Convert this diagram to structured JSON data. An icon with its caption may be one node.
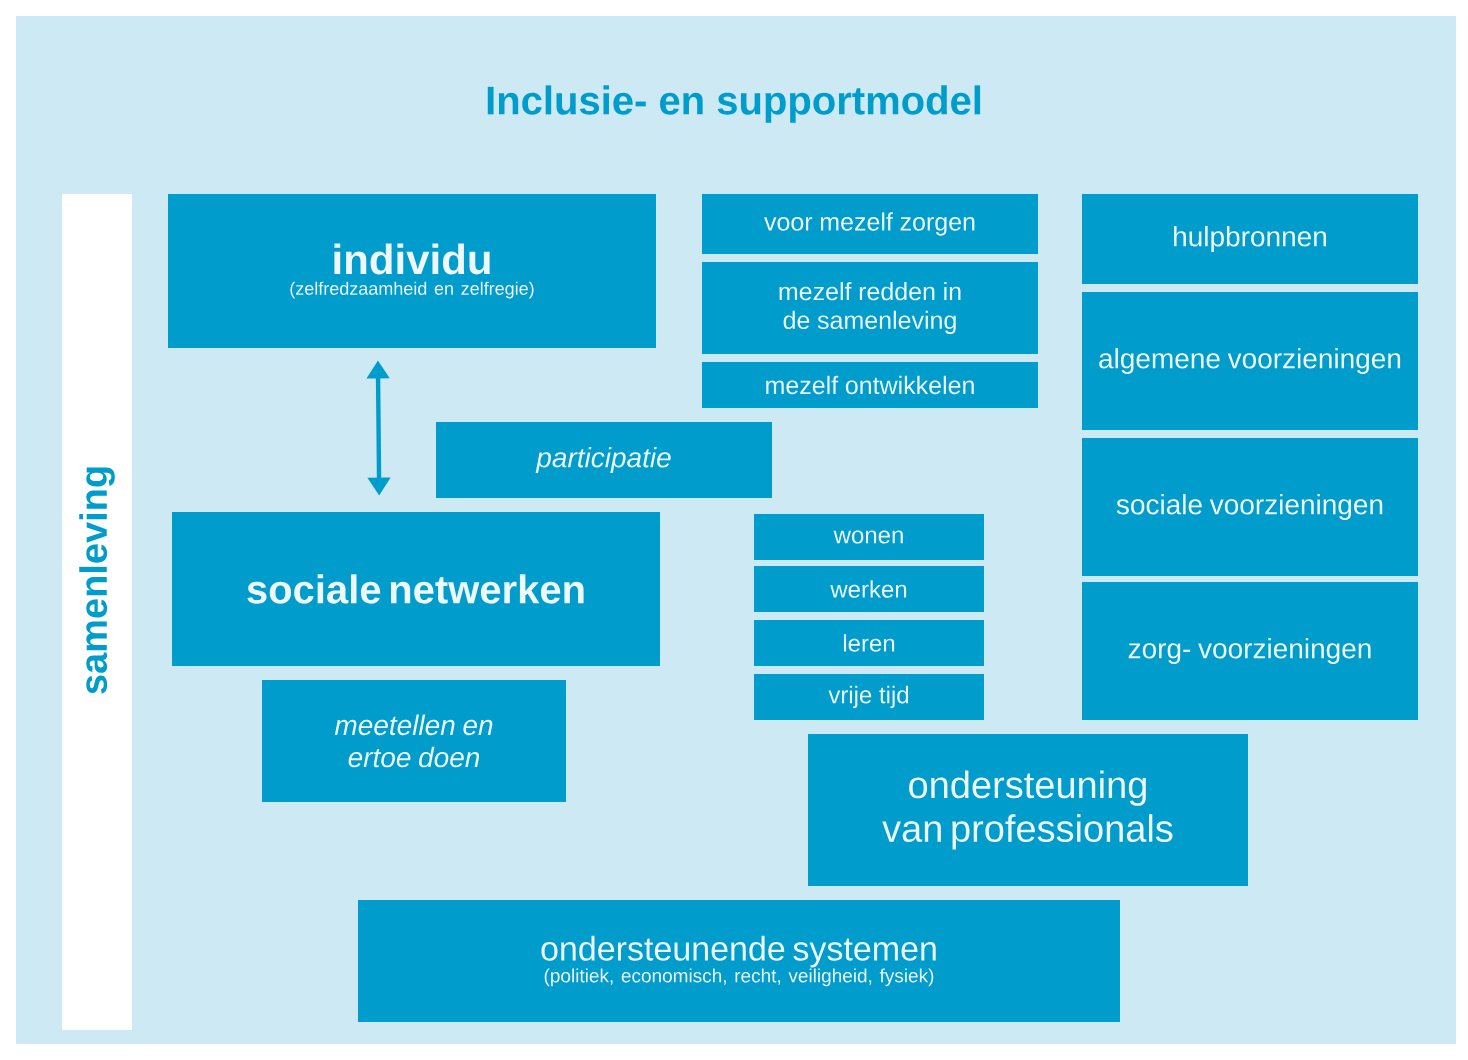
{
  "diagram": {
    "title": "Inclusie- en supportmodel",
    "nodes": [
      {
        "text": [
          "samenleving"
        ]
      },
      {
        "text": [
          "individu",
          "(zelfredzaamheid en zelfregie)"
        ]
      },
      {
        "text": [
          "voor mezelf zorgen"
        ]
      },
      {
        "text": [
          "mezelf redden in de samenleving"
        ]
      },
      {
        "text": [
          "mezelf ontwikkelen"
        ]
      },
      {
        "text": [
          "participatie"
        ]
      },
      {
        "text": [
          "sociale netwerken"
        ]
      },
      {
        "text": [
          "meetellen en ertoe doen"
        ]
      },
      {
        "text": [
          "wonen"
        ]
      },
      {
        "text": [
          "werken"
        ]
      },
      {
        "text": [
          "leren"
        ]
      },
      {
        "text": [
          "vrije tijd"
        ]
      },
      {
        "text": [
          "hulpbronnen"
        ]
      },
      {
        "text": [
          "algemene voorzieningen"
        ]
      },
      {
        "text": [
          "sociale voorzieningen"
        ]
      },
      {
        "text": [
          "zorg- voorzieningen"
        ]
      },
      {
        "text": [
          "ondersteuning van professionals"
        ]
      },
      {
        "text": [
          "ondersteunende systemen",
          "(politiek, economisch, recht, veiligheid, fysiek)"
        ]
      }
    ],
    "edges": [
      {
        "from": 1,
        "to": 6,
        "arrow": "both"
      }
    ]
  }
}
